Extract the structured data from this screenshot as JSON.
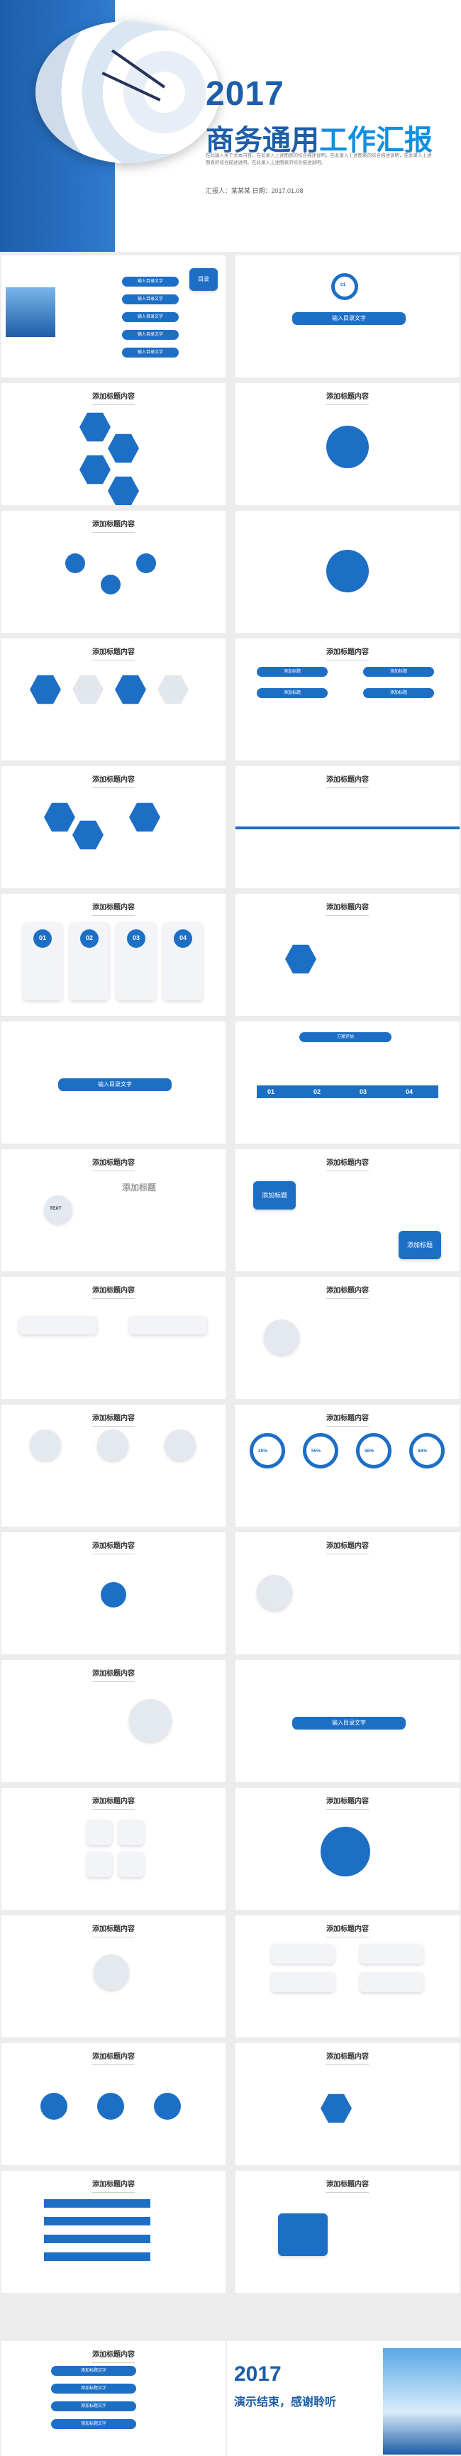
{
  "hero": {
    "year": "2017",
    "title_a": "商务通用",
    "title_b": "工作汇报",
    "paragraph": "在此输入关于文本内容，在此录入上述图表的综合描述说明，在此录入上述图表的综合描述说明，在此录入上述图表的综合描述说明。在此录入上述图表的综合描述说明。",
    "meta": "汇报人：某某某   日期：2017.01.08"
  },
  "common": {
    "slide_title": "添加标题内容",
    "add_title": "添加标题",
    "enter_title": "输入目录文字",
    "text": "TEXT",
    "catalog": "目录",
    "eval": "方案评估",
    "add_text_title": "添加标题文字"
  },
  "toc": {
    "items": [
      "输入目录文字",
      "输入目录文字",
      "输入目录文字",
      "输入目录文字",
      "输入目录文字"
    ],
    "number": "01"
  },
  "numbers": [
    "01",
    "02",
    "03",
    "04"
  ],
  "percents": [
    "25%",
    "55%",
    "58%",
    "68%"
  ],
  "final": {
    "year": "2017",
    "text": "演示结束，感谢聆听"
  }
}
